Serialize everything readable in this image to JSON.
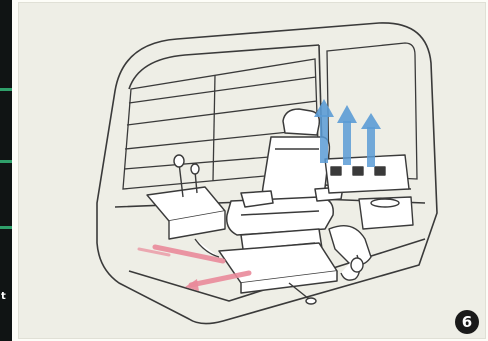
{
  "figure": {
    "number_badge": "6"
  },
  "side_strip": {
    "letter": "t"
  },
  "illustration": {
    "subject": "cab-interior-icon",
    "components": [
      "operator-seat-icon",
      "control-levers-icon",
      "rear-air-vents-icon",
      "floor-heater-duct-icon"
    ],
    "colors": {
      "cool_airflow": "#5b9bd5",
      "warm_airflow": "#e98a9a",
      "line_art": "#3a3a3a",
      "panel_background": "#eeeee6",
      "badge": "#1a1a1a",
      "strip": "#101414",
      "strip_marks": "#2fa06a"
    },
    "cool_arrow_count": 3,
    "warm_arrow_count": 2
  }
}
